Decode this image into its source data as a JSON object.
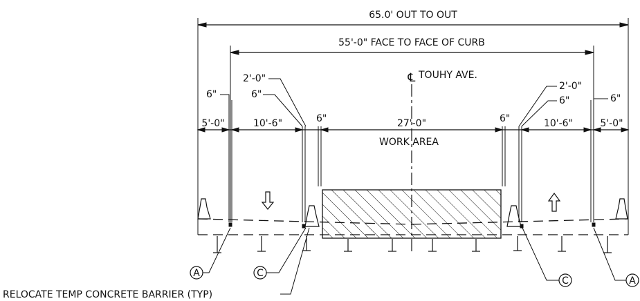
{
  "dimensions": {
    "overall": "65.0' OUT TO OUT",
    "curb": "55'-0\" FACE TO FACE OF CURB",
    "left_shoulder": "5'-0\"",
    "left_lane": "10'-6\"",
    "work_zone": "27'-0\"",
    "right_lane": "10'-6\"",
    "right_shoulder": "5'-0\"",
    "six_in": "6\"",
    "two_ft": "2'-0\""
  },
  "centerline": {
    "symbol": "℄",
    "label": "TOUHY AVE."
  },
  "work_area_label": "WORK AREA",
  "callouts": {
    "a": "A",
    "c": "C",
    "barrier_note": "RELOCATE TEMP CONCRETE BARRIER (TYP)"
  }
}
